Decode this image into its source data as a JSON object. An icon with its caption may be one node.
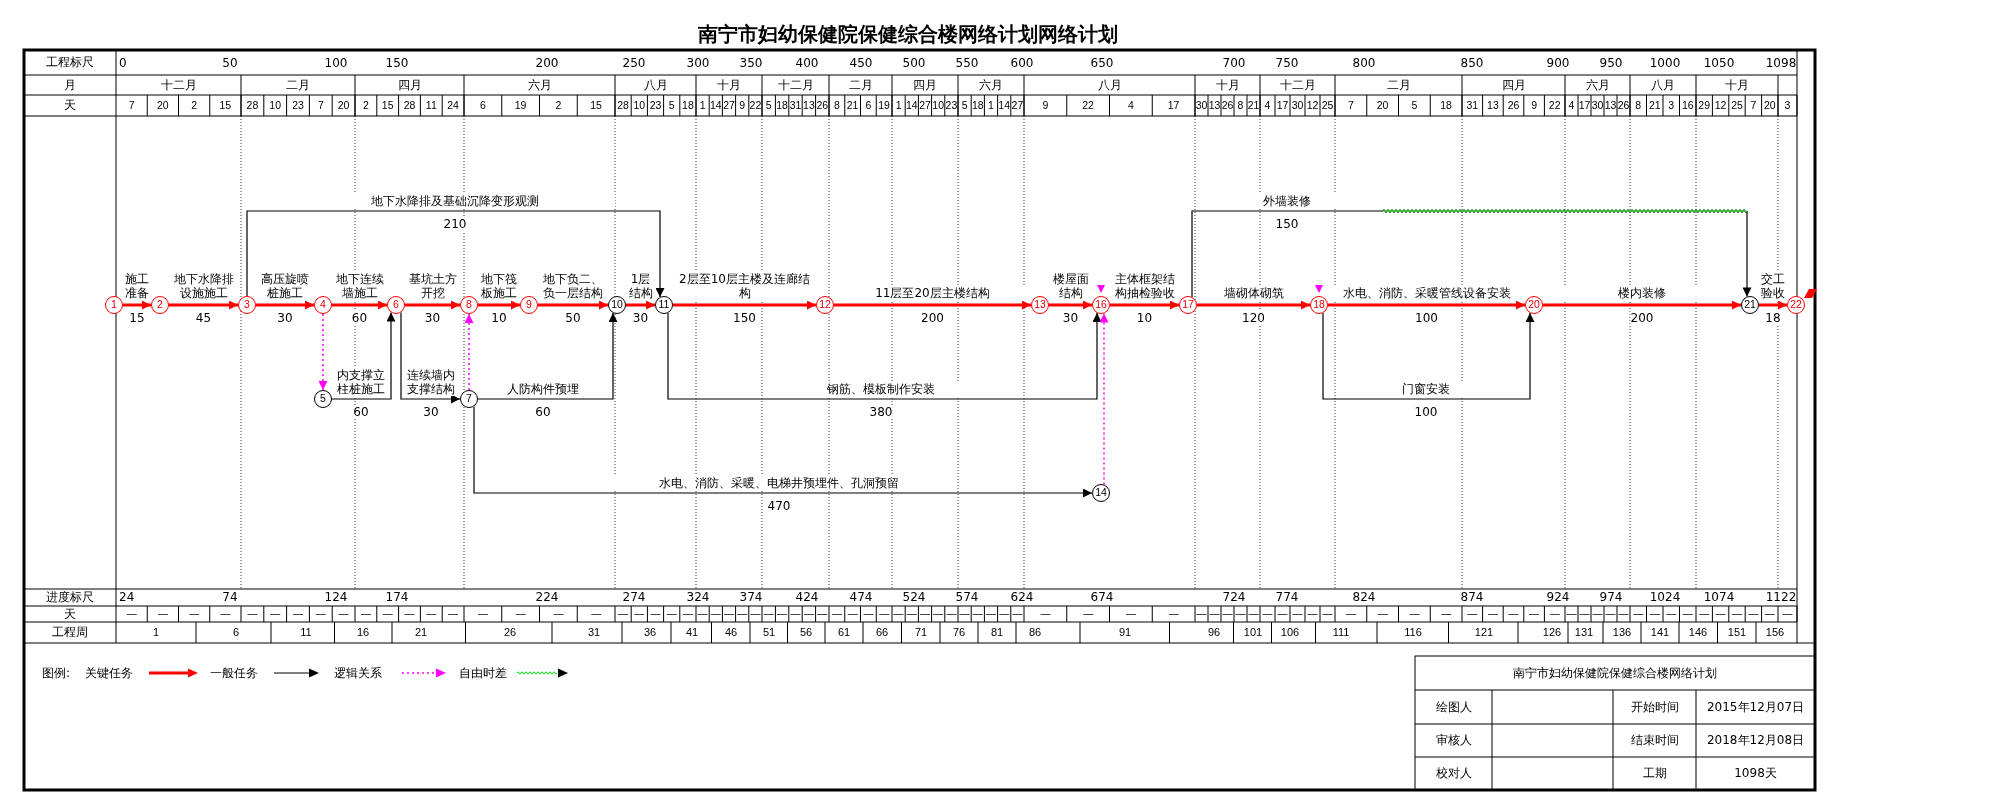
{
  "diagram": {
    "title": "南宁市妇幼保健院保健综合楼网络计划网络计划",
    "nodes": [
      {
        "text": [
          "1"
        ]
      },
      {
        "text": [
          "2"
        ]
      },
      {
        "text": [
          "3"
        ]
      },
      {
        "text": [
          "4"
        ]
      },
      {
        "text": [
          "5"
        ]
      },
      {
        "text": [
          "6"
        ]
      },
      {
        "text": [
          "7"
        ]
      },
      {
        "text": [
          "8"
        ]
      },
      {
        "text": [
          "9"
        ]
      },
      {
        "text": [
          "10"
        ]
      },
      {
        "text": [
          "11"
        ]
      },
      {
        "text": [
          "12"
        ]
      },
      {
        "text": [
          "13"
        ]
      },
      {
        "text": [
          "14"
        ]
      },
      {
        "text": [
          "16"
        ]
      },
      {
        "text": [
          "17"
        ]
      },
      {
        "text": [
          "18"
        ]
      },
      {
        "text": [
          "20"
        ]
      },
      {
        "text": [
          "21"
        ]
      },
      {
        "text": [
          "22"
        ]
      }
    ],
    "edges": [
      {
        "from": 0,
        "to": 1,
        "arrow": "to",
        "label": "施工准备"
      },
      {
        "from": 1,
        "to": 2,
        "arrow": "to",
        "label": "地下水降排设施施工"
      },
      {
        "from": 2,
        "to": 3,
        "arrow": "to",
        "label": "高压旋喷桩施工"
      },
      {
        "from": 3,
        "to": 5,
        "arrow": "to",
        "label": "地下连续墙施工"
      },
      {
        "from": 5,
        "to": 7,
        "arrow": "to",
        "label": "基坑土方开挖"
      },
      {
        "from": 7,
        "to": 8,
        "arrow": "to",
        "label": "地下筏板施工"
      },
      {
        "from": 8,
        "to": 9,
        "arrow": "to",
        "label": "地下负二、负一层结构"
      },
      {
        "from": 9,
        "to": 10,
        "arrow": "to",
        "label": "1层结构"
      },
      {
        "from": 10,
        "to": 11,
        "arrow": "to",
        "label": "2层至10层主楼及连廊结构"
      },
      {
        "from": 11,
        "to": 12,
        "arrow": "to",
        "label": "11层至20层主楼结构"
      },
      {
        "from": 12,
        "to": 14,
        "arrow": "to",
        "label": "楼屋面结构"
      },
      {
        "from": 14,
        "to": 15,
        "arrow": "to",
        "label": "主体框架结构抽检验收"
      },
      {
        "from": 15,
        "to": 16,
        "arrow": "to",
        "label": "墙砌体砌筑"
      },
      {
        "from": 16,
        "to": 17,
        "arrow": "to",
        "label": "水电、消防、采暖管线设备安装"
      },
      {
        "from": 17,
        "to": 18,
        "arrow": "to",
        "label": "楼内装修"
      },
      {
        "from": 18,
        "to": 19,
        "arrow": "to",
        "label": "交工验收"
      },
      {
        "from": 2,
        "to": 10,
        "arrow": "to",
        "label": "地下水降排及基础沉降变形观测",
        "color": "#000000"
      },
      {
        "from": 3,
        "to": 4,
        "arrow": "to",
        "style": "dashed",
        "color": "#ff00ff"
      },
      {
        "from": 4,
        "to": 5,
        "arrow": "to",
        "label": "内支撑立柱桩施工",
        "color": "#000000"
      },
      {
        "from": 5,
        "to": 6,
        "arrow": "to",
        "label": "连续墙内支撑结构",
        "color": "#000000"
      },
      {
        "from": 6,
        "to": 7,
        "arrow": "to",
        "style": "dashed",
        "color": "#ff00ff"
      },
      {
        "from": 6,
        "to": 9,
        "arrow": "to",
        "label": "人防构件预埋",
        "color": "#000000"
      },
      {
        "from": 10,
        "to": 14,
        "arrow": "to",
        "label": "钢筋、模板制作安装",
        "color": "#000000"
      },
      {
        "from": 6,
        "to": 13,
        "arrow": "to",
        "label": "水电、消防、采暖、电梯井预埋件、孔洞预留",
        "color": "#000000"
      },
      {
        "from": 13,
        "to": 14,
        "arrow": "to",
        "style": "dashed",
        "color": "#ff00ff"
      },
      {
        "from": 15,
        "to": 18,
        "arrow": "to",
        "label": "外墙装修",
        "color": "#000000"
      },
      {
        "from": 16,
        "to": 17,
        "arrow": "to",
        "label": "门窗安装",
        "color": "#000000"
      }
    ],
    "labels": [
      "工程标尺",
      "0",
      "50",
      "100",
      "150",
      "200",
      "250",
      "300",
      "350",
      "400",
      "450",
      "500",
      "550",
      "600",
      "650",
      "700",
      "750",
      "800",
      "850",
      "900",
      "950",
      "1000",
      "1050",
      "1098",
      "月",
      "十二月",
      "二月",
      "四月",
      "六月",
      "八月",
      "十月",
      "十二月",
      "二月",
      "四月",
      "六月",
      "八月",
      "十月",
      "十二月",
      "二月",
      "四月",
      "六月",
      "八月",
      "十月",
      "天",
      "7",
      "20",
      "2",
      "15",
      "28",
      "10",
      "23",
      "7",
      "20",
      "2",
      "15",
      "28",
      "11",
      "24",
      "6",
      "19",
      "2",
      "15",
      "28",
      "10",
      "23",
      "5",
      "18",
      "1",
      "14",
      "27",
      "9",
      "22",
      "5",
      "18",
      "31",
      "13",
      "26",
      "8",
      "21",
      "6",
      "19",
      "1",
      "14",
      "27",
      "10",
      "23",
      "5",
      "18",
      "1",
      "14",
      "27",
      "9",
      "22",
      "4",
      "17",
      "30",
      "13",
      "26",
      "8",
      "21",
      "4",
      "17",
      "30",
      "12",
      "25",
      "7",
      "20",
      "5",
      "18",
      "31",
      "13",
      "26",
      "9",
      "22",
      "4",
      "17",
      "30",
      "13",
      "26",
      "8",
      "21",
      "3",
      "16",
      "29",
      "12",
      "25",
      "7",
      "20",
      "3",
      "15",
      "45",
      "30",
      "60",
      "30",
      "10",
      "50",
      "30",
      "150",
      "200",
      "30",
      "10",
      "120",
      "100",
      "200",
      "18",
      "210",
      "60",
      "30",
      "60",
      "380",
      "470",
      "150",
      "100",
      "进度标尺",
      "24",
      "74",
      "124",
      "174",
      "224",
      "274",
      "324",
      "374",
      "424",
      "474",
      "524",
      "574",
      "624",
      "674",
      "724",
      "774",
      "824",
      "874",
      "924",
      "974",
      "1024",
      "1074",
      "1122",
      "天",
      "—",
      "—",
      "—",
      "—",
      "—",
      "—",
      "—",
      "—",
      "—",
      "—",
      "—",
      "—",
      "—",
      "—",
      "—",
      "—",
      "—",
      "—",
      "—",
      "—",
      "—",
      "—",
      "—",
      "—",
      "—",
      "—",
      "—",
      "—",
      "—",
      "—",
      "—",
      "—",
      "—",
      "—",
      "—",
      "—",
      "—",
      "—",
      "—",
      "—",
      "—",
      "—",
      "—",
      "—",
      "—",
      "—",
      "—",
      "—",
      "—",
      "—",
      "—",
      "—",
      "—",
      "—",
      "—",
      "—",
      "—",
      "—",
      "—",
      "—",
      "—",
      "—",
      "—",
      "—",
      "—",
      "—",
      "—",
      "—",
      "—",
      "—",
      "—",
      "—",
      "—",
      "—",
      "—",
      "—",
      "—",
      "—",
      "—",
      "—",
      "—",
      "—",
      "—",
      "—",
      "—",
      "工程周",
      "1",
      "6",
      "11",
      "16",
      "21",
      "26",
      "31",
      "36",
      "41",
      "46",
      "51",
      "56",
      "61",
      "66",
      "71",
      "76",
      "81",
      "86",
      "91",
      "96",
      "101",
      "106",
      "111",
      "116",
      "121",
      "126",
      "131",
      "136",
      "141",
      "146",
      "151",
      "156",
      "图例:",
      "南宁市妇幼保健院保健综合楼网络计划",
      "绘图人",
      "开始时间",
      "2015年12月07日",
      "审核人",
      "结束时间",
      "2018年12月08日",
      "校对人",
      "工期",
      "1098天"
    ],
    "legend": [
      {
        "text": "关键任务"
      },
      {
        "text": "一般任务"
      },
      {
        "text": "逻辑关系"
      },
      {
        "text": "自由时差"
      }
    ]
  }
}
